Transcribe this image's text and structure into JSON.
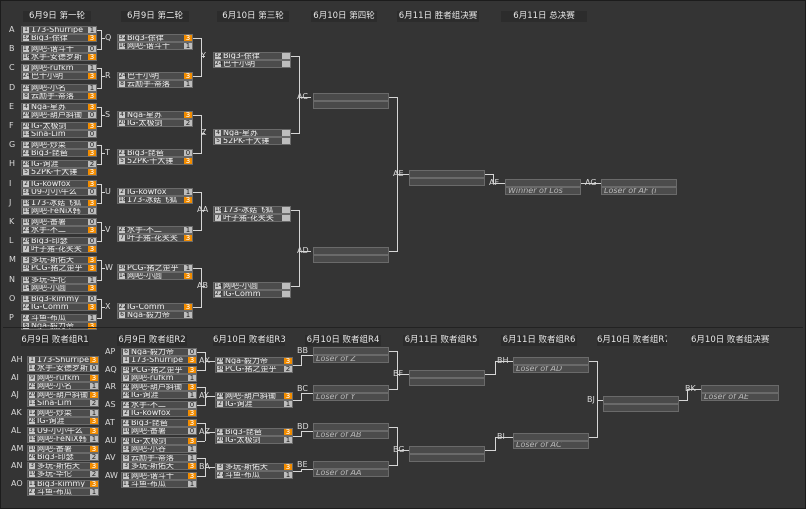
{
  "winners": {
    "headers": [
      "6月9日 第一轮",
      "6月9日 第二轮",
      "6月10日 第三轮",
      "6月10日 第四轮",
      "6月11日 胜者组决赛",
      "6月11日 总决赛"
    ],
    "round1": [
      {
        "id": "A",
        "teams": [
          {
            "seed": "1",
            "name": "173-Shurripe",
            "score": "1"
          },
          {
            "seed": "32",
            "name": "Big3-徐律",
            "score": "3"
          }
        ]
      },
      {
        "id": "B",
        "teams": [
          {
            "seed": "17",
            "name": "网吧-谐斗十",
            "score": "0"
          },
          {
            "seed": "16",
            "name": "水手-安德罗斯",
            "score": "3"
          }
        ]
      },
      {
        "id": "C",
        "teams": [
          {
            "seed": "9",
            "name": "网吧-rufkm",
            "score": "1"
          },
          {
            "seed": "24",
            "name": "巴十小明",
            "score": "3"
          }
        ]
      },
      {
        "id": "D",
        "teams": [
          {
            "seed": "25",
            "name": "网吧-小名",
            "score": "1"
          },
          {
            "seed": "8",
            "name": "云励手-蒂落",
            "score": "3"
          }
        ]
      },
      {
        "id": "E",
        "teams": [
          {
            "seed": "4",
            "name": "Nga-星苏",
            "score": "3"
          },
          {
            "seed": "29",
            "name": "网吧-葫芦斜锄",
            "score": "0"
          }
        ]
      },
      {
        "id": "F",
        "teams": [
          {
            "seed": "20",
            "name": "IG-太极剑",
            "score": "3"
          },
          {
            "seed": "13",
            "name": "Sina-Lim",
            "score": "0"
          }
        ]
      },
      {
        "id": "G",
        "teams": [
          {
            "seed": "12",
            "name": "网吧-炒菜",
            "score": "0"
          },
          {
            "seed": "21",
            "name": "Big3-琵琶",
            "score": "3"
          }
        ]
      },
      {
        "id": "H",
        "teams": [
          {
            "seed": "28",
            "name": "IG-询涯",
            "score": "2"
          },
          {
            "seed": "5",
            "name": "52PK-千大锤",
            "score": "3"
          }
        ]
      },
      {
        "id": "I",
        "teams": [
          {
            "seed": "2",
            "name": "IG-kowfox",
            "score": "3"
          },
          {
            "seed": "31",
            "name": "U9-小小牛么",
            "score": "0"
          }
        ]
      },
      {
        "id": "J",
        "teams": [
          {
            "seed": "18",
            "name": "173-冰菇飞狐",
            "score": "3"
          },
          {
            "seed": "15",
            "name": "网吧-FeNiX韩",
            "score": "0"
          }
        ]
      },
      {
        "id": "K",
        "teams": [
          {
            "seed": "10",
            "name": "网吧-番薯",
            "score": "0"
          },
          {
            "seed": "23",
            "name": "水手-不二",
            "score": "3"
          }
        ]
      },
      {
        "id": "L",
        "teams": [
          {
            "seed": "26",
            "name": "Big3-印瑟",
            "score": "0"
          },
          {
            "seed": "7",
            "name": "叶子猪-花笑笑",
            "score": "3"
          }
        ]
      },
      {
        "id": "M",
        "teams": [
          {
            "seed": "3",
            "name": "多玩-斯佑天",
            "score": "3"
          },
          {
            "seed": "30",
            "name": "PCG-猪之歪乎",
            "score": "3"
          }
        ]
      },
      {
        "id": "N",
        "teams": [
          {
            "seed": "19",
            "name": "多玩-华佗",
            "score": "1"
          },
          {
            "seed": "14",
            "name": "网吧-小圆",
            "score": "3"
          }
        ]
      },
      {
        "id": "O",
        "teams": [
          {
            "seed": "11",
            "name": "Big3-kimmy",
            "score": "0"
          },
          {
            "seed": "22",
            "name": "IG-Comm",
            "score": "3"
          }
        ]
      },
      {
        "id": "P",
        "teams": [
          {
            "seed": "27",
            "name": "斗鱼-布瓜",
            "score": "1"
          },
          {
            "seed": "6",
            "name": "Nga-毅力帝",
            "score": "3"
          }
        ]
      }
    ],
    "round2": [
      {
        "id": "Q",
        "teams": [
          {
            "seed": "32",
            "name": "Big3-徐律",
            "score": "3"
          },
          {
            "seed": "16",
            "name": "网吧-谐斗十",
            "score": "1"
          }
        ]
      },
      {
        "id": "R",
        "teams": [
          {
            "seed": "24",
            "name": "巴十小明",
            "score": "3"
          },
          {
            "seed": "8",
            "name": "云励手-蒂落",
            "score": "1"
          }
        ]
      },
      {
        "id": "S",
        "teams": [
          {
            "seed": "4",
            "name": "Nga-星苏",
            "score": "3"
          },
          {
            "seed": "20",
            "name": "IG-太极剑",
            "score": "2"
          }
        ]
      },
      {
        "id": "T",
        "teams": [
          {
            "seed": "21",
            "name": "Big3-琵琶",
            "score": "0"
          },
          {
            "seed": "5",
            "name": "52PK-千大锤",
            "score": "3"
          }
        ]
      },
      {
        "id": "U",
        "teams": [
          {
            "seed": "2",
            "name": "IG-kowfox",
            "score": "1"
          },
          {
            "seed": "18",
            "name": "173-冰菇飞狐",
            "score": "3"
          }
        ]
      },
      {
        "id": "V",
        "teams": [
          {
            "seed": "23",
            "name": "水手-不二",
            "score": "1"
          },
          {
            "seed": "7",
            "name": "叶子猪-花笑笑",
            "score": "3"
          }
        ]
      },
      {
        "id": "W",
        "teams": [
          {
            "seed": "30",
            "name": "PCG-猪之歪乎",
            "score": "1"
          },
          {
            "seed": "14",
            "name": "网吧-小圆",
            "score": "3"
          }
        ]
      },
      {
        "id": "X",
        "teams": [
          {
            "seed": "22",
            "name": "IG-Comm",
            "score": "3"
          },
          {
            "seed": "6",
            "name": "Nga-毅力帝",
            "score": "1"
          }
        ]
      }
    ],
    "round3": [
      {
        "id": "Y",
        "teams": [
          {
            "seed": "32",
            "name": "Big3-徐律",
            "score": ""
          },
          {
            "seed": "24",
            "name": "巴十小明",
            "score": ""
          }
        ]
      },
      {
        "id": "Z",
        "teams": [
          {
            "seed": "4",
            "name": "Nga-星苏",
            "score": ""
          },
          {
            "seed": "5",
            "name": "52PK-千大锤",
            "score": ""
          }
        ]
      },
      {
        "id": "AA",
        "teams": [
          {
            "seed": "18",
            "name": "173-冰菇飞狐",
            "score": ""
          },
          {
            "seed": "7",
            "name": "叶子猪-花笑笑",
            "score": ""
          }
        ]
      },
      {
        "id": "AB",
        "teams": [
          {
            "seed": "14",
            "name": "网吧-小圆",
            "score": ""
          },
          {
            "seed": "22",
            "name": "IG-Comm",
            "score": ""
          }
        ]
      }
    ],
    "round4": [
      {
        "id": "AC"
      },
      {
        "id": "AD"
      }
    ],
    "final": {
      "id": "AE"
    },
    "grand": [
      {
        "id": "AF",
        "teams": [
          {
            "name": ""
          },
          {
            "name": "Winner of Los"
          }
        ]
      },
      {
        "id": "AG",
        "teams": [
          {
            "name": ""
          },
          {
            "name": "Loser of AF (i"
          }
        ]
      }
    ]
  },
  "losers": {
    "headers": [
      "6月9日 败者组R1",
      "6月9日 败者组R2",
      "6月10日 败者组R3",
      "6月10日 败者组R4",
      "6月11日 败者组R5",
      "6月11日 败者组R6",
      "6月10日 败者组R7",
      "6月10日 败者组决赛"
    ],
    "round1": [
      {
        "id": "AH",
        "teams": [
          {
            "seed": "1",
            "name": "173-Shurripe",
            "score": "3"
          },
          {
            "seed": "17",
            "name": "水手-安德罗斯",
            "score": "0"
          }
        ]
      },
      {
        "id": "AI",
        "teams": [
          {
            "seed": "9",
            "name": "网吧-rufkm",
            "score": "3"
          },
          {
            "seed": "25",
            "name": "网吧-小名",
            "score": "1"
          }
        ]
      },
      {
        "id": "AJ",
        "teams": [
          {
            "seed": "29",
            "name": "网吧-葫芦斜锄",
            "score": "3"
          },
          {
            "seed": "13",
            "name": "Sina-Lim",
            "score": "2"
          }
        ]
      },
      {
        "id": "AK",
        "teams": [
          {
            "seed": "12",
            "name": "网吧-炒菜",
            "score": "1"
          },
          {
            "seed": "28",
            "name": "IG-询涯",
            "score": "3"
          }
        ]
      },
      {
        "id": "AL",
        "teams": [
          {
            "seed": "31",
            "name": "U9-小小牛么",
            "score": "3"
          },
          {
            "seed": "15",
            "name": "网吧-FeNiX韩",
            "score": "1"
          }
        ]
      },
      {
        "id": "AM",
        "teams": [
          {
            "seed": "10",
            "name": "网吧-番薯",
            "score": "3"
          },
          {
            "seed": "26",
            "name": "Big3-印瑟",
            "score": "2"
          }
        ]
      },
      {
        "id": "AN",
        "teams": [
          {
            "seed": "3",
            "name": "多玩-斯佑天",
            "score": "3"
          },
          {
            "seed": "19",
            "name": "多玩-华佗",
            "score": "2"
          }
        ]
      },
      {
        "id": "AO",
        "teams": [
          {
            "seed": "11",
            "name": "Big3-kimmy",
            "score": "3"
          },
          {
            "seed": "27",
            "name": "斗鱼-布瓜",
            "score": "1"
          }
        ]
      }
    ],
    "round2": [
      {
        "id": "AP",
        "teams": [
          {
            "seed": "6",
            "name": "Nga-毅力帝",
            "score": "0"
          },
          {
            "seed": "1",
            "name": "173-Shurripe",
            "score": "3"
          }
        ]
      },
      {
        "id": "AQ",
        "teams": [
          {
            "seed": "30",
            "name": "PCG-猪之歪乎",
            "score": "3"
          },
          {
            "seed": "9",
            "name": "网吧-rufkm",
            "score": "1"
          }
        ]
      },
      {
        "id": "AR",
        "teams": [
          {
            "seed": "29",
            "name": "网吧-葫芦斜锄",
            "score": "3"
          },
          {
            "seed": "28",
            "name": "IG-询涯",
            "score": "1"
          }
        ]
      },
      {
        "id": "AS",
        "teams": [
          {
            "seed": "23",
            "name": "水手-不二",
            "score": "0"
          },
          {
            "seed": "2",
            "name": "IG-kowfox",
            "score": "3"
          }
        ]
      },
      {
        "id": "AT",
        "teams": [
          {
            "seed": "21",
            "name": "Big3-琵琶",
            "score": "3"
          },
          {
            "seed": "10",
            "name": "网吧-番薯",
            "score": "0"
          }
        ]
      },
      {
        "id": "AU",
        "teams": [
          {
            "seed": "20",
            "name": "IG-太极剑",
            "score": "3"
          },
          {
            "seed": "31",
            "name": "网吧-小谷",
            "score": "1"
          }
        ]
      },
      {
        "id": "AV",
        "teams": [
          {
            "seed": "8",
            "name": "云励手-蒂落",
            "score": "1"
          },
          {
            "seed": "3",
            "name": "多玩-斯佑天",
            "score": "3"
          }
        ]
      },
      {
        "id": "AW",
        "teams": [
          {
            "seed": "16",
            "name": "网吧-谐斗十",
            "score": "3"
          },
          {
            "seed": "11",
            "name": "斗鱼-布瓜",
            "score": "1"
          }
        ]
      }
    ],
    "round3": [
      {
        "id": "AX",
        "teams": [
          {
            "seed": "29",
            "name": "Nga-毅力帝",
            "score": "3"
          },
          {
            "seed": "30",
            "name": "PCG-猪之歪乎",
            "score": "2"
          }
        ]
      },
      {
        "id": "AY",
        "teams": [
          {
            "seed": "29",
            "name": "网吧-葫芦斜锄",
            "score": "3"
          },
          {
            "seed": "2",
            "name": "IG-询涯",
            "score": "1"
          }
        ]
      },
      {
        "id": "AZ",
        "teams": [
          {
            "seed": "21",
            "name": "Big3-琵琶",
            "score": "3"
          },
          {
            "seed": "20",
            "name": "IG-太极剑",
            "score": "1"
          }
        ]
      },
      {
        "id": "BA",
        "teams": [
          {
            "seed": "3",
            "name": "多玩-斯佑天",
            "score": "3"
          },
          {
            "seed": "27",
            "name": "斗鱼-布瓜",
            "score": "1"
          }
        ]
      }
    ],
    "round4": [
      {
        "id": "BB",
        "teams": [
          {
            "name": ""
          },
          {
            "name": "Loser of Z"
          }
        ]
      },
      {
        "id": "BC",
        "teams": [
          {
            "name": ""
          },
          {
            "name": "Loser of Y"
          }
        ]
      },
      {
        "id": "BD",
        "teams": [
          {
            "name": ""
          },
          {
            "name": "Loser of AB"
          }
        ]
      },
      {
        "id": "BE",
        "teams": [
          {
            "name": ""
          },
          {
            "name": "Loser of AA"
          }
        ]
      }
    ],
    "round5": [
      {
        "id": "BF"
      },
      {
        "id": "BG"
      }
    ],
    "round6": [
      {
        "id": "BH",
        "teams": [
          {
            "name": ""
          },
          {
            "name": "Loser of AD"
          }
        ]
      },
      {
        "id": "BI",
        "teams": [
          {
            "name": ""
          },
          {
            "name": "Loser of AC"
          }
        ]
      }
    ],
    "round7": [
      {
        "id": "BJ"
      }
    ],
    "final": {
      "id": "BK",
      "teams": [
        {
          "name": ""
        },
        {
          "name": "Loser of AE"
        }
      ]
    }
  },
  "colors": {
    "win_score": "#f28c00",
    "bg": "#343434",
    "slot": "#4c4c4c",
    "line": "#d6d6d6"
  }
}
